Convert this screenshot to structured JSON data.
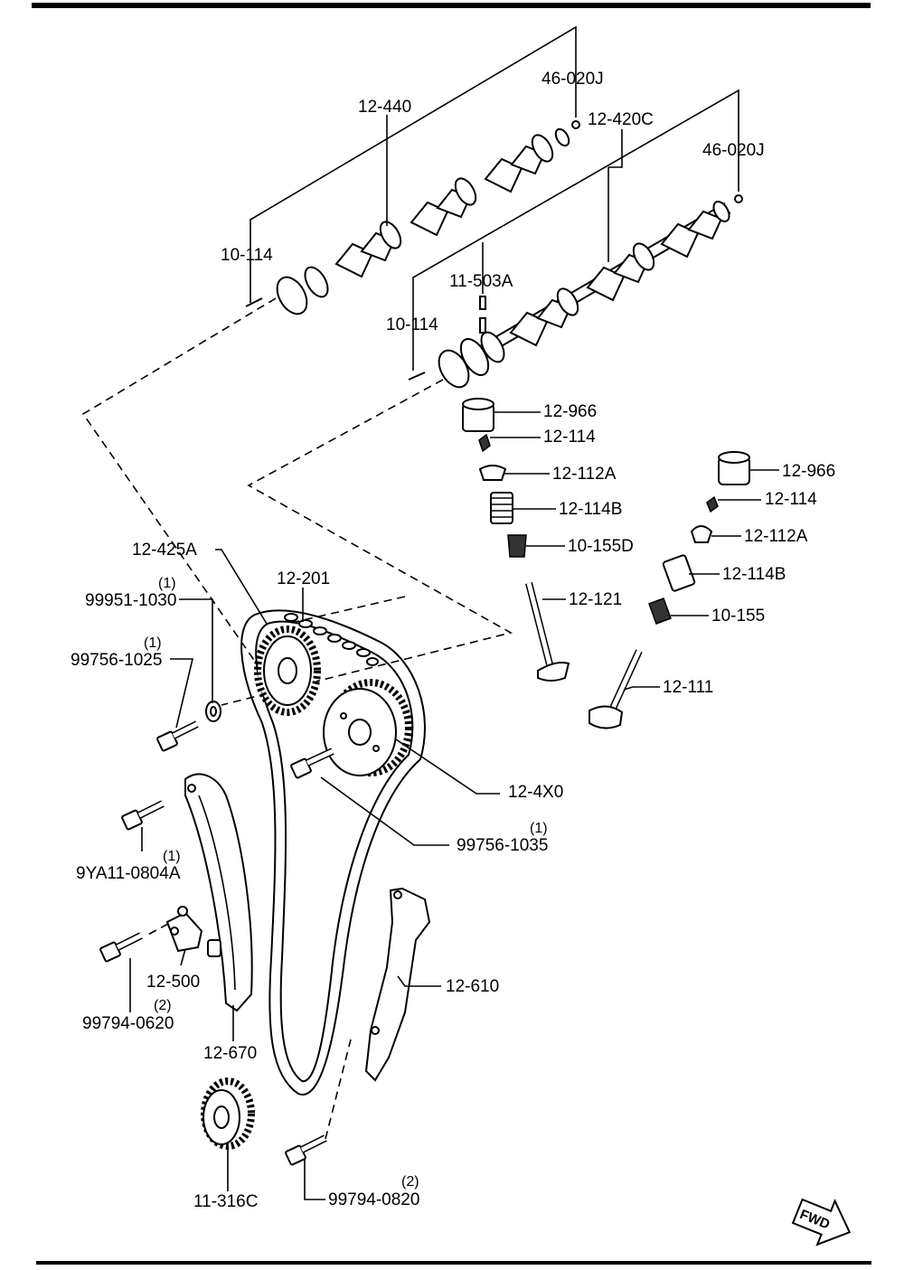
{
  "diagram": {
    "border_colors": {
      "line": "#000000",
      "background": "#ffffff"
    },
    "labels": {
      "p46_020J_a": "46-020J",
      "p12_440": "12-440",
      "p12_420C": "12-420C",
      "p46_020J_b": "46-020J",
      "p10_114_a": "10-114",
      "p11_503A": "11-503A",
      "p10_114_b": "10-114",
      "p12_966_a": "12-966",
      "p12_114_a": "12-114",
      "p12_112A_a": "12-112A",
      "p12_114B_a": "12-114B",
      "p10_155D": "10-155D",
      "p12_121": "12-121",
      "p12_966_b": "12-966",
      "p12_114_b": "12-114",
      "p12_112A_b": "12-112A",
      "p12_114B_b": "12-114B",
      "p10_155": "10-155",
      "p12_111": "12-111",
      "p12_425A": "12-425A",
      "p12_201": "12-201",
      "p99951_1030": "99951-1030",
      "p99756_1025": "99756-1025",
      "p12_4X0": "12-4X0",
      "p99756_1035": "99756-1035",
      "p9YA11_0804A": "9YA11-0804A",
      "p12_500": "12-500",
      "p99794_0620": "99794-0620",
      "p12_610": "12-610",
      "p12_670": "12-670",
      "p11_316C": "11-316C",
      "p99794_0820": "99794-0820"
    },
    "quantities": {
      "q99951_1030": "(1)",
      "q99756_1025": "(1)",
      "q99756_1035": "(1)",
      "q9YA11_0804A": "(1)",
      "q99794_0620": "(2)",
      "q99794_0820": "(2)"
    },
    "direction_badge": "FWD"
  }
}
